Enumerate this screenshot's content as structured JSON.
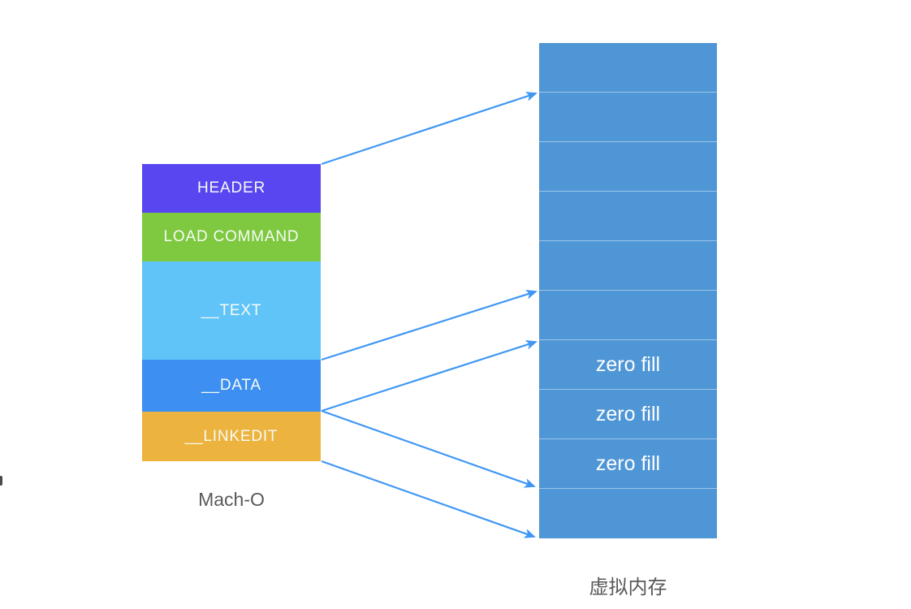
{
  "diagram": {
    "title_implied": "Mach-O segments mapped into virtual memory",
    "macho": {
      "caption": "Mach-O",
      "segments": [
        {
          "name": "header",
          "label": "HEADER",
          "color": "#5847f0"
        },
        {
          "name": "load-command",
          "label": "LOAD COMMAND",
          "color": "#7ec940"
        },
        {
          "name": "text",
          "label": "__TEXT",
          "color": "#60c4f8"
        },
        {
          "name": "data",
          "label": "__DATA",
          "color": "#3d90f1"
        },
        {
          "name": "linkedit",
          "label": "__LINKEDIT",
          "color": "#edb33f"
        }
      ]
    },
    "virtual_memory": {
      "caption": "虚拟内存",
      "fill_color": "#4f96d6",
      "divider_color": "rgba(255,255,255,0.45)",
      "rows": [
        {
          "label": ""
        },
        {
          "label": ""
        },
        {
          "label": ""
        },
        {
          "label": ""
        },
        {
          "label": ""
        },
        {
          "label": ""
        },
        {
          "label": "zero fill"
        },
        {
          "label": "zero fill"
        },
        {
          "label": "zero fill"
        },
        {
          "label": ""
        }
      ]
    },
    "arrows": {
      "color": "#3e97f5",
      "count": 5,
      "mappings": [
        "HEADER top -> vm row 1/2 boundary",
        "__TEXT/__DATA boundary -> vm row 5/6 boundary",
        "__DATA/__LINKEDIT boundary -> top of zero fill rows",
        "__DATA/__LINKEDIT boundary -> bottom of zero fill rows",
        "__LINKEDIT bottom -> vm column bottom"
      ]
    }
  }
}
